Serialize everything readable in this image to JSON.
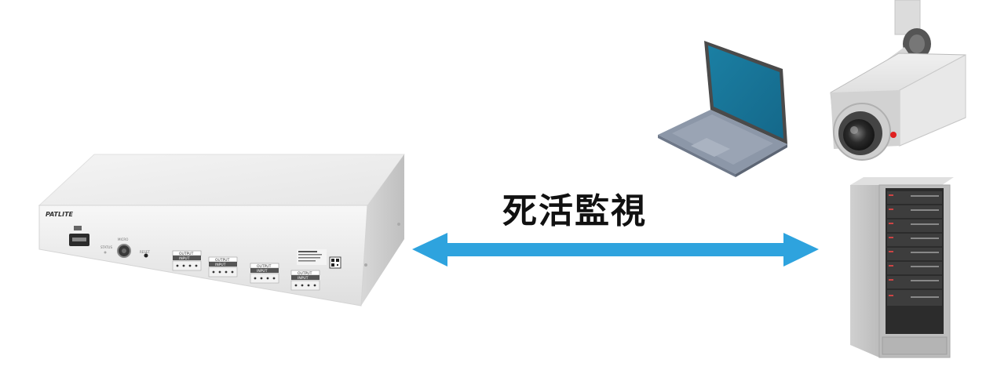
{
  "diagram": {
    "connection_label": "死活監視",
    "arrow_color": "#2ea3de",
    "device": {
      "brand": "PATLITE",
      "port_labels": [
        "STATUS",
        "MICRO",
        "RESET"
      ],
      "group_labels": [
        {
          "output": "OUTPUT",
          "input": "INPUT"
        },
        {
          "output": "OUTPUT",
          "input": "INPUT"
        },
        {
          "output": "OUTPUT",
          "input": "INPUT"
        },
        {
          "output": "OUTPUT",
          "input": "INPUT"
        }
      ]
    },
    "monitored_icons": [
      "laptop-icon",
      "security-camera-icon",
      "server-rack-icon"
    ]
  }
}
